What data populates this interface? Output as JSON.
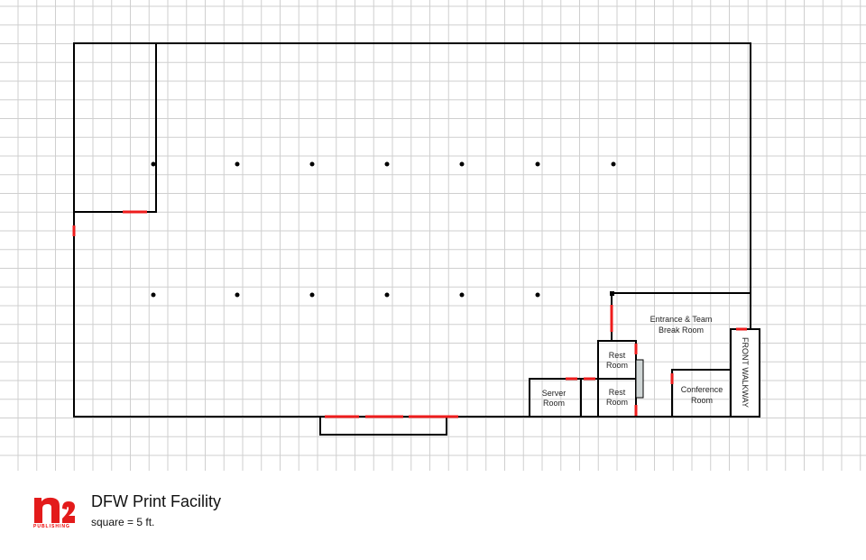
{
  "title": "DFW Print Facility",
  "scale": "square = 5 ft.",
  "logo": {
    "mark": "n2",
    "subtitle": "PUBLISHING"
  },
  "rooms": {
    "entrance_line1": "Entrance & Team",
    "entrance_line2": "Break Room",
    "rest1_line1": "Rest",
    "rest1_line2": "Room",
    "rest2_line1": "Rest",
    "rest2_line2": "Room",
    "server_line1": "Server",
    "server_line2": "Room",
    "conference_line1": "Conference",
    "conference_line2": "Room",
    "walkway": "FRONT WALKWAY"
  },
  "colors": {
    "wall": "#000000",
    "door": "#ee1c1c",
    "grid": "#cccccc",
    "brand": "#e31b1b"
  }
}
